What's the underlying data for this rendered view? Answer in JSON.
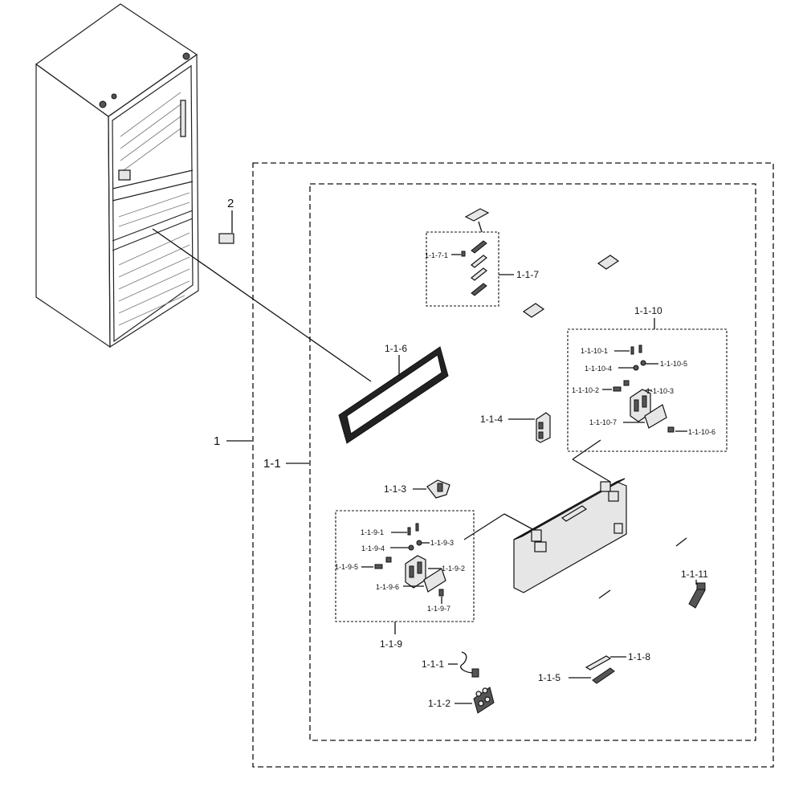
{
  "labels": {
    "l_1": "1",
    "l_2": "2",
    "l_1_1": "1-1",
    "l_1_1_1": "1-1-1",
    "l_1_1_2": "1-1-2",
    "l_1_1_3": "1-1-3",
    "l_1_1_4": "1-1-4",
    "l_1_1_5": "1-1-5",
    "l_1_1_6": "1-1-6",
    "l_1_1_7": "1-1-7",
    "l_1_1_7_1": "1-1-7-1",
    "l_1_1_8": "1-1-8",
    "l_1_1_9": "1-1-9",
    "l_1_1_9_1": "1-1-9-1",
    "l_1_1_9_2": "1-1-9-2",
    "l_1_1_9_3": "1-1-9-3",
    "l_1_1_9_4": "1-1-9-4",
    "l_1_1_9_5": "1-1-9-5",
    "l_1_1_9_6": "1-1-9-6",
    "l_1_1_9_7": "1-1-9-7",
    "l_1_1_10": "1-1-10",
    "l_1_1_10_1": "1-1-10-1",
    "l_1_1_10_2": "1-1-10-2",
    "l_1_1_10_3": "1-1-10-3",
    "l_1_1_10_4": "1-1-10-4",
    "l_1_1_10_5": "1-1-10-5",
    "l_1_1_10_6": "1-1-10-6",
    "l_1_1_10_7": "1-1-10-7",
    "l_1_1_11": "1-1-11"
  }
}
